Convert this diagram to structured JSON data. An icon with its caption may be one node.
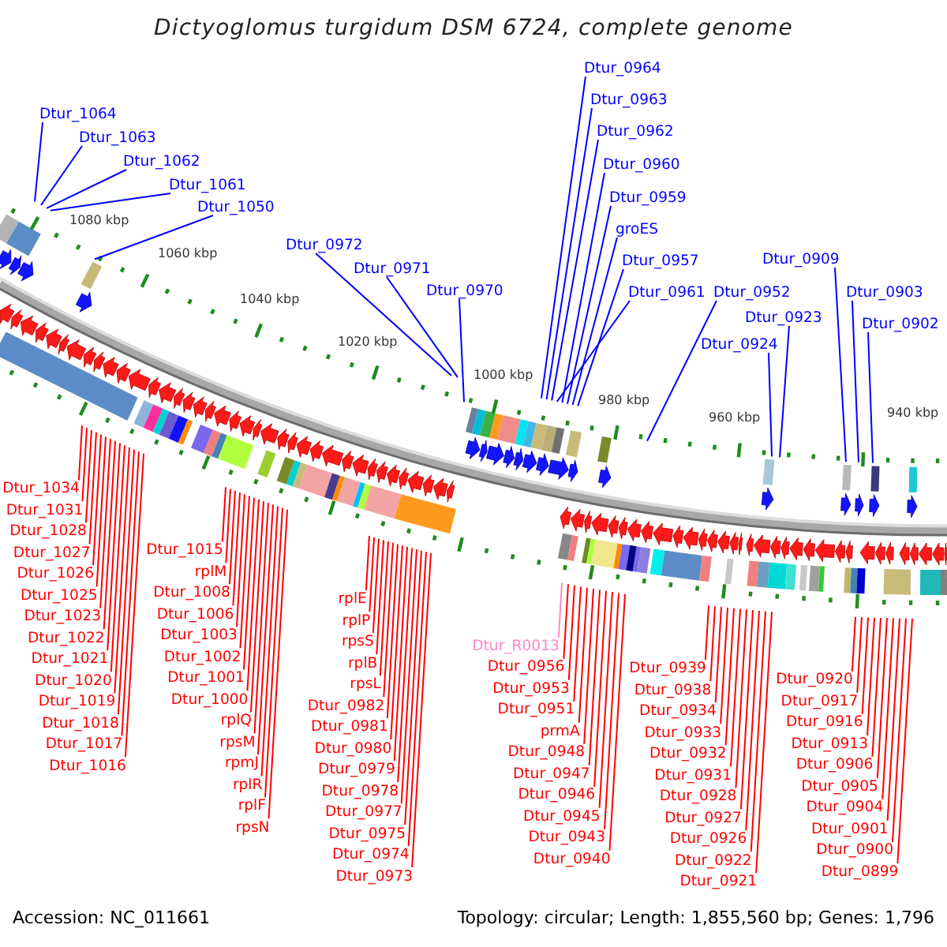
{
  "diagram": {
    "title": "Dictyoglomus turgidum DSM 6724, complete genome",
    "nodes": [
      {
        "text": [
          "Dtur_0964"
        ]
      },
      {
        "text": [
          "Dtur_0963"
        ]
      },
      {
        "text": [
          "Dtur_1064"
        ]
      },
      {
        "text": [
          "Dtur_0962"
        ]
      },
      {
        "text": [
          "Dtur_1063"
        ]
      },
      {
        "text": [
          "Dtur_1062"
        ]
      },
      {
        "text": [
          "Dtur_0960"
        ]
      },
      {
        "text": [
          "Dtur_1061"
        ]
      },
      {
        "text": [
          "Dtur_0959"
        ]
      },
      {
        "text": [
          "Dtur_1050"
        ]
      },
      {
        "text": [
          "groES"
        ]
      },
      {
        "text": [
          "Dtur_0972"
        ]
      },
      {
        "text": [
          "Dtur_0957"
        ]
      },
      {
        "text": [
          "Dtur_0909"
        ]
      },
      {
        "text": [
          "Dtur_0971"
        ]
      },
      {
        "text": [
          "Dtur_0970"
        ]
      },
      {
        "text": [
          "Dtur_0961"
        ]
      },
      {
        "text": [
          "Dtur_0952"
        ]
      },
      {
        "text": [
          "Dtur_0903"
        ]
      },
      {
        "text": [
          "Dtur_0923"
        ]
      },
      {
        "text": [
          "Dtur_0902"
        ]
      },
      {
        "text": [
          "Dtur_0924"
        ]
      },
      {
        "text": [
          "Dtur_1034"
        ]
      },
      {
        "text": [
          "Dtur_1031"
        ]
      },
      {
        "text": [
          "Dtur_1028"
        ]
      },
      {
        "text": [
          "Dtur_1019"
        ]
      },
      {
        "text": [
          "Dtur_1025"
        ]
      },
      {
        "text": [
          "Dtur_1015"
        ]
      },
      {
        "text": [
          "Dtur_1001"
        ]
      },
      {
        "text": [
          "Dtur_1023"
        ]
      },
      {
        "text": [
          "rplM"
        ]
      },
      {
        "text": [
          "rplB"
        ]
      },
      {
        "text": [
          "rplF"
        ]
      },
      {
        "text": [
          "rpmJ"
        ]
      },
      {
        "text": [
          "rpsL"
        ]
      },
      {
        "text": [
          "Dtur_1026"
        ]
      },
      {
        "text": [
          "Dtur_0973"
        ]
      },
      {
        "text": [
          "Dtur_1016"
        ]
      },
      {
        "text": [
          "Dtur_R0013"
        ]
      },
      {
        "text": [
          "rpsS"
        ]
      },
      {
        "text": [
          "rplR"
        ]
      },
      {
        "text": [
          "Dtur_0974"
        ]
      },
      {
        "text": [
          "Dtur_1027"
        ]
      },
      {
        "text": [
          "Dtur_1018"
        ]
      },
      {
        "text": [
          "rpsM"
        ]
      },
      {
        "text": [
          "prmA"
        ]
      },
      {
        "text": [
          "rplP"
        ]
      },
      {
        "text": [
          "Dtur_0975"
        ]
      },
      {
        "text": [
          "Dtur_0943"
        ]
      },
      {
        "text": [
          "Dtur_1008"
        ]
      },
      {
        "text": [
          "Dtur_1022"
        ]
      },
      {
        "text": [
          "rplE"
        ]
      },
      {
        "text": [
          "Dtur_0926"
        ]
      },
      {
        "text": [
          "Dtur_0977"
        ]
      },
      {
        "text": [
          "Dtur_0938"
        ]
      },
      {
        "text": [
          "Dtur_0913"
        ]
      },
      {
        "text": [
          "Dtur_0951"
        ]
      },
      {
        "text": [
          "Dtur_0899"
        ]
      },
      {
        "text": [
          "Dtur_1020"
        ]
      },
      {
        "text": [
          "rplQ"
        ]
      },
      {
        "text": [
          "Dtur_0932"
        ]
      },
      {
        "text": [
          "rpsN"
        ]
      },
      {
        "text": [
          "Dtur_0946"
        ]
      },
      {
        "text": [
          "Dtur_0978"
        ]
      },
      {
        "text": [
          "Dtur_0916"
        ]
      },
      {
        "text": [
          "Dtur_1021"
        ]
      },
      {
        "text": [
          "Dtur_0900"
        ]
      },
      {
        "text": [
          "Dtur_0927"
        ]
      },
      {
        "text": [
          "Dtur_0953"
        ]
      },
      {
        "text": [
          "Dtur_0939"
        ]
      },
      {
        "text": [
          "Dtur_0979"
        ]
      },
      {
        "text": [
          "Dtur_1000"
        ]
      },
      {
        "text": [
          "Dtur_1017"
        ]
      },
      {
        "text": [
          "Dtur_0917"
        ]
      },
      {
        "text": [
          "Dtur_0901"
        ]
      },
      {
        "text": [
          "Dtur_0928"
        ]
      },
      {
        "text": [
          "Dtur_0956"
        ]
      },
      {
        "text": [
          "Dtur_0940"
        ]
      },
      {
        "text": [
          "Dtur_0980"
        ]
      },
      {
        "text": [
          "Dtur_1002"
        ]
      },
      {
        "text": [
          "Dtur_0920"
        ]
      },
      {
        "text": [
          "Dtur_0904"
        ]
      },
      {
        "text": [
          "Dtur_0931"
        ]
      },
      {
        "text": [
          "Dtur_0945"
        ]
      },
      {
        "text": [
          "Dtur_0981"
        ]
      },
      {
        "text": [
          "Dtur_1003"
        ]
      },
      {
        "text": [
          "Dtur_0921"
        ]
      },
      {
        "text": [
          "Dtur_0933"
        ]
      },
      {
        "text": [
          "Dtur_0905"
        ]
      },
      {
        "text": [
          "Dtur_0947"
        ]
      },
      {
        "text": [
          "Dtur_0982"
        ]
      },
      {
        "text": [
          "Dtur_1006"
        ]
      },
      {
        "text": [
          "Dtur_0922"
        ]
      },
      {
        "text": [
          "Dtur_0948"
        ]
      },
      {
        "text": [
          "Dtur_0934"
        ]
      },
      {
        "text": [
          "Dtur_0906"
        ]
      }
    ],
    "edges": [
      {
        "from": 0,
        "to": null,
        "arrow": "none",
        "color": "#0000ff"
      },
      {
        "from": 1,
        "to": null,
        "arrow": "none",
        "color": "#0000ff"
      },
      {
        "from": 2,
        "to": null,
        "arrow": "none",
        "color": "#0000ff"
      },
      {
        "from": 3,
        "to": null,
        "arrow": "none",
        "color": "#0000ff"
      },
      {
        "from": 4,
        "to": null,
        "arrow": "none",
        "color": "#0000ff"
      },
      {
        "from": 5,
        "to": null,
        "arrow": "none",
        "color": "#0000ff"
      },
      {
        "from": 6,
        "to": null,
        "arrow": "none",
        "color": "#0000ff"
      },
      {
        "from": 7,
        "to": null,
        "arrow": "none",
        "color": "#0000ff"
      },
      {
        "from": 8,
        "to": null,
        "arrow": "none",
        "color": "#0000ff"
      },
      {
        "from": 9,
        "to": null,
        "arrow": "none",
        "color": "#0000ff"
      },
      {
        "from": 10,
        "to": null,
        "arrow": "none",
        "color": "#0000ff"
      },
      {
        "from": 11,
        "to": null,
        "arrow": "none",
        "color": "#0000ff"
      },
      {
        "from": 12,
        "to": null,
        "arrow": "none",
        "color": "#0000ff"
      },
      {
        "from": 13,
        "to": null,
        "arrow": "none",
        "color": "#0000ff"
      },
      {
        "from": 14,
        "to": null,
        "arrow": "none",
        "color": "#0000ff"
      },
      {
        "from": 15,
        "to": null,
        "arrow": "none",
        "color": "#0000ff"
      },
      {
        "from": 16,
        "to": null,
        "arrow": "none",
        "color": "#0000ff"
      },
      {
        "from": 17,
        "to": null,
        "arrow": "none",
        "color": "#0000ff"
      },
      {
        "from": 18,
        "to": null,
        "arrow": "none",
        "color": "#0000ff"
      },
      {
        "from": 19,
        "to": null,
        "arrow": "none",
        "color": "#0000ff"
      },
      {
        "from": 20,
        "to": null,
        "arrow": "none",
        "color": "#0000ff"
      },
      {
        "from": 21,
        "to": null,
        "arrow": "none",
        "color": "#0000ff"
      },
      {
        "from": 22,
        "to": null,
        "arrow": "none"
      },
      {
        "from": 23,
        "to": null,
        "arrow": "none"
      },
      {
        "from": 24,
        "to": null,
        "arrow": "none"
      },
      {
        "from": 25,
        "to": null,
        "arrow": "none"
      },
      {
        "from": 26,
        "to": null,
        "arrow": "none"
      },
      {
        "from": 27,
        "to": null,
        "arrow": "none"
      },
      {
        "from": 28,
        "to": null,
        "arrow": "none"
      },
      {
        "from": 29,
        "to": null,
        "arrow": "none"
      },
      {
        "from": 30,
        "to": null,
        "arrow": "none"
      },
      {
        "from": 31,
        "to": null,
        "arrow": "none"
      },
      {
        "from": 32,
        "to": null,
        "arrow": "none"
      },
      {
        "from": 33,
        "to": null,
        "arrow": "none"
      },
      {
        "from": 34,
        "to": null,
        "arrow": "none"
      },
      {
        "from": 35,
        "to": null,
        "arrow": "none"
      },
      {
        "from": 36,
        "to": null,
        "arrow": "none"
      },
      {
        "from": 37,
        "to": null,
        "arrow": "none"
      },
      {
        "from": 38,
        "to": null,
        "arrow": "none",
        "color": "#ff88c8"
      },
      {
        "from": 39,
        "to": null,
        "arrow": "none"
      },
      {
        "from": 40,
        "to": null,
        "arrow": "none"
      },
      {
        "from": 41,
        "to": null,
        "arrow": "none"
      },
      {
        "from": 42,
        "to": null,
        "arrow": "none"
      },
      {
        "from": 43,
        "to": null,
        "arrow": "none"
      },
      {
        "from": 44,
        "to": null,
        "arrow": "none"
      },
      {
        "from": 45,
        "to": null,
        "arrow": "none"
      },
      {
        "from": 46,
        "to": null,
        "arrow": "none"
      },
      {
        "from": 47,
        "to": null,
        "arrow": "none"
      },
      {
        "from": 48,
        "to": null,
        "arrow": "none"
      },
      {
        "from": 49,
        "to": null,
        "arrow": "none"
      },
      {
        "from": 50,
        "to": null,
        "arrow": "none"
      },
      {
        "from": 51,
        "to": null,
        "arrow": "none"
      },
      {
        "from": 52,
        "to": null,
        "arrow": "none"
      },
      {
        "from": 53,
        "to": null,
        "arrow": "none"
      },
      {
        "from": 54,
        "to": null,
        "arrow": "none"
      },
      {
        "from": 55,
        "to": null,
        "arrow": "none"
      },
      {
        "from": 56,
        "to": null,
        "arrow": "none"
      },
      {
        "from": 57,
        "to": null,
        "arrow": "none"
      },
      {
        "from": 58,
        "to": null,
        "arrow": "none"
      },
      {
        "from": 59,
        "to": null,
        "arrow": "none"
      },
      {
        "from": 60,
        "to": null,
        "arrow": "none"
      },
      {
        "from": 61,
        "to": null,
        "arrow": "none"
      },
      {
        "from": 62,
        "to": null,
        "arrow": "none"
      },
      {
        "from": 63,
        "to": null,
        "arrow": "none"
      },
      {
        "from": 64,
        "to": null,
        "arrow": "none"
      },
      {
        "from": 65,
        "to": null,
        "arrow": "none"
      },
      {
        "from": 66,
        "to": null,
        "arrow": "none"
      },
      {
        "from": 67,
        "to": null,
        "arrow": "none"
      },
      {
        "from": 68,
        "to": null,
        "arrow": "none"
      },
      {
        "from": 69,
        "to": null,
        "arrow": "none"
      },
      {
        "from": 70,
        "to": null,
        "arrow": "none"
      },
      {
        "from": 71,
        "to": null,
        "arrow": "none"
      },
      {
        "from": 72,
        "to": null,
        "arrow": "none"
      },
      {
        "from": 73,
        "to": null,
        "arrow": "none"
      },
      {
        "from": 74,
        "to": null,
        "arrow": "none"
      },
      {
        "from": 75,
        "to": null,
        "arrow": "none"
      },
      {
        "from": 76,
        "to": null,
        "arrow": "none"
      },
      {
        "from": 77,
        "to": null,
        "arrow": "none"
      },
      {
        "from": 78,
        "to": null,
        "arrow": "none"
      },
      {
        "from": 79,
        "to": null,
        "arrow": "none"
      },
      {
        "from": 80,
        "to": null,
        "arrow": "none"
      },
      {
        "from": 81,
        "to": null,
        "arrow": "none"
      },
      {
        "from": 82,
        "to": null,
        "arrow": "none"
      },
      {
        "from": 83,
        "to": null,
        "arrow": "none"
      },
      {
        "from": 84,
        "to": null,
        "arrow": "none"
      },
      {
        "from": 85,
        "to": null,
        "arrow": "none"
      },
      {
        "from": 86,
        "to": null,
        "arrow": "none"
      },
      {
        "from": 87,
        "to": null,
        "arrow": "none"
      },
      {
        "from": 88,
        "to": null,
        "arrow": "none"
      },
      {
        "from": 89,
        "to": null,
        "arrow": "none"
      },
      {
        "from": 90,
        "to": null,
        "arrow": "none"
      },
      {
        "from": 91,
        "to": null,
        "arrow": "none"
      },
      {
        "from": 92,
        "to": null,
        "arrow": "none"
      },
      {
        "from": 93,
        "to": null,
        "arrow": "none"
      },
      {
        "from": 94,
        "to": null,
        "arrow": "none"
      },
      {
        "from": 95,
        "to": null,
        "arrow": "none"
      }
    ],
    "labels": [
      "1080 kbp",
      "1060 kbp",
      "1040 kbp",
      "1020 kbp",
      "1000 kbp",
      "980 kbp",
      "960 kbp",
      "940 kbp",
      "Accession: NC_011661",
      "Topology: circular; Length: 1,855,560 bp; Genes: 1,796"
    ]
  }
}
